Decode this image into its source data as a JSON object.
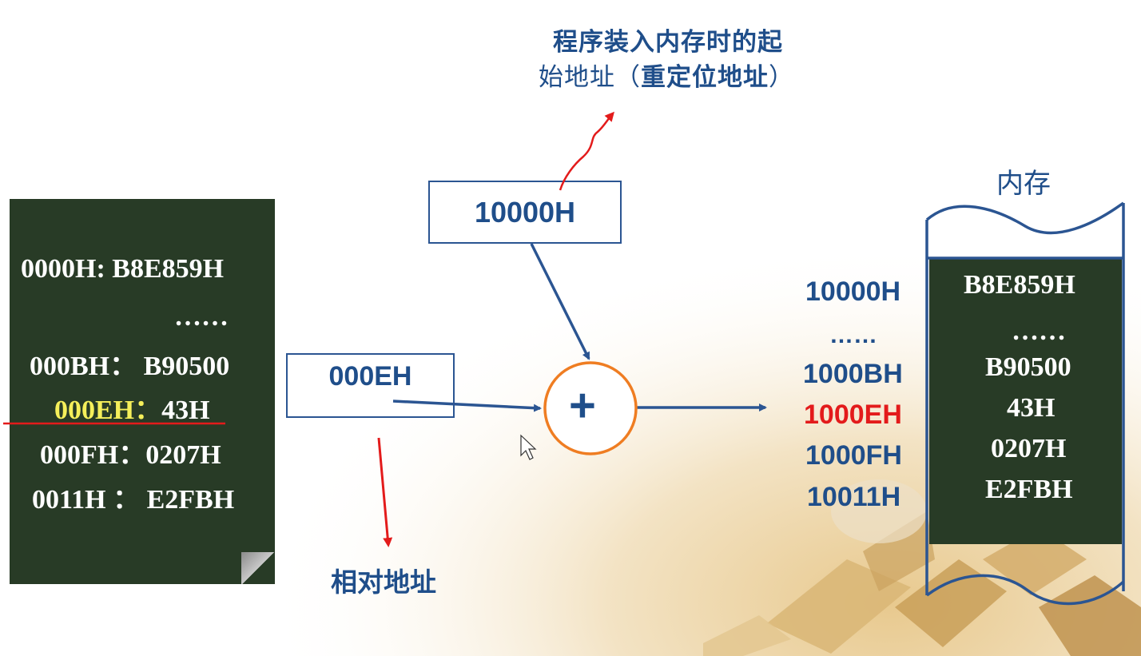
{
  "program": {
    "lines": [
      {
        "addr": "0000H",
        "sep": ":",
        "code": "B8E859H"
      },
      {
        "dots": "……"
      },
      {
        "addr": "000BH",
        "sep": "：",
        "code": "B90500"
      },
      {
        "addr": "000EH",
        "sep": "：",
        "code": "43H"
      },
      {
        "addr": "000FH",
        "sep": "：",
        "code": "0207H"
      },
      {
        "addr": "0011H",
        "sep": " ：",
        "code": "E2FBH"
      }
    ]
  },
  "relative_box": "000EH",
  "relative_label": "相对地址",
  "base_box": "10000H",
  "base_label_line1": "程序装入内存时的起",
  "base_label_line2_pre": "始地址（",
  "base_label_line2_bold": "重定位地址",
  "base_label_line2_post": "）",
  "adder_symbol": "+",
  "memory": {
    "title": "内存",
    "addresses": [
      "10000H",
      "……",
      "1000BH",
      "1000EH",
      "1000FH",
      "10011H"
    ],
    "contents": [
      "B8E859H",
      "……",
      "B90500",
      "43H",
      "0207H",
      "E2FBH"
    ]
  },
  "colors": {
    "card": "#283b26",
    "blue": "#1f4e8a",
    "highlight_yellow": "#f5ef5a",
    "highlight_red": "#e31b1b",
    "adder_ring": "#ef7d22"
  }
}
